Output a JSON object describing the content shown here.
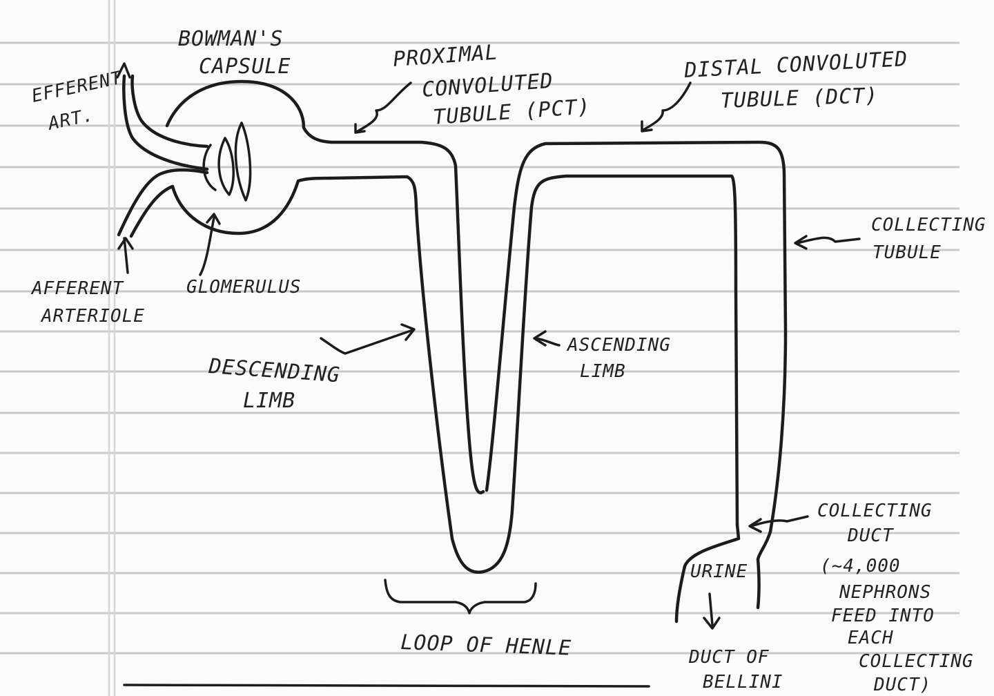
{
  "labels": {
    "bowmans_capsule": [
      "BOWMAN'S",
      "CAPSULE"
    ],
    "efferent": [
      "EFFERENT",
      "ART."
    ],
    "afferent": [
      "AFFERENT",
      "ARTERIOLE"
    ],
    "glomerulus": "GLOMERULUS",
    "pct": [
      "PROXIMAL",
      "CONVOLUTED",
      "TUBULE (PCT)"
    ],
    "dct": [
      "DISTAL CONVOLUTED",
      "TUBULE (DCT)"
    ],
    "collecting_tubule": [
      "COLLECTING",
      "TUBULE"
    ],
    "descending_limb": [
      "DESCENDING",
      "LIMB"
    ],
    "ascending_limb": [
      "ASCENDING",
      "LIMB"
    ],
    "loop_of_henle": "LOOP OF HENLE",
    "collecting_duct": [
      "COLLECTING",
      "DUCT",
      "(~4,000",
      "NEPHRONS",
      "FEED INTO",
      "EACH",
      "COLLECTING",
      "DUCT)"
    ],
    "urine": "URINE",
    "duct_of_bellini": [
      "DUCT OF",
      "BELLINI"
    ]
  },
  "colors": {
    "ink": "#1c1c1c",
    "paper": "#fbfbfb",
    "rule_lines": "#c9c9c9"
  }
}
